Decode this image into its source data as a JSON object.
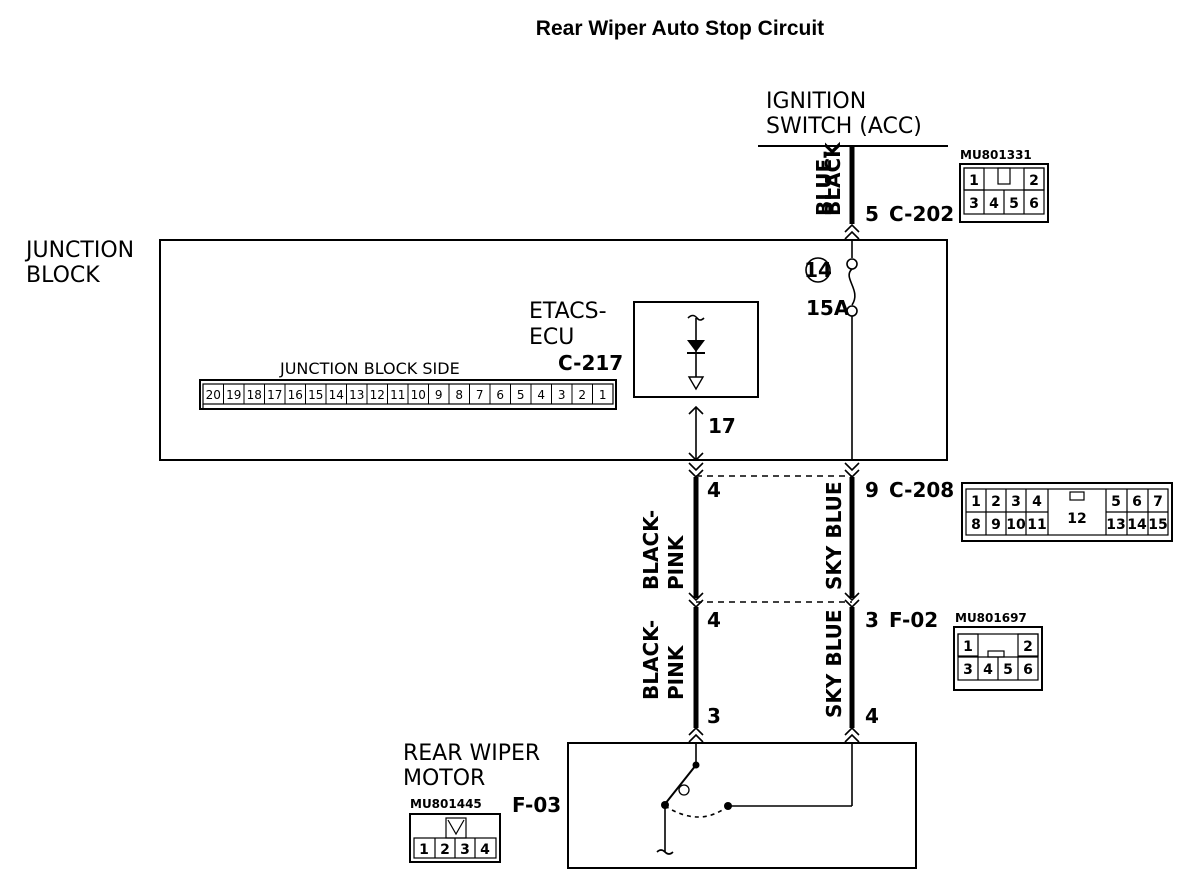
{
  "title": "Rear Wiper Auto Stop Circuit",
  "ignition_switch": {
    "line1": "IGNITION",
    "line2": "SWITCH (ACC)"
  },
  "junction_block": {
    "line1": "JUNCTION",
    "line2": "BLOCK",
    "side_label": "JUNCTION BLOCK SIDE",
    "pins": [
      "20",
      "19",
      "18",
      "17",
      "16",
      "15",
      "14",
      "13",
      "12",
      "11",
      "10",
      "9",
      "8",
      "7",
      "6",
      "5",
      "4",
      "3",
      "2",
      "1"
    ]
  },
  "etacs": {
    "line1": "ETACS-",
    "line2": "ECU",
    "connector": "C-217",
    "pin": "17"
  },
  "fuse": {
    "number": "14",
    "rating": "15A"
  },
  "wires": {
    "blue_black_1": "BLUE-",
    "blue_black_2": "BLACK",
    "black_pink_1": "BLACK-",
    "black_pink_2": "PINK",
    "sky_blue": "SKY BLUE"
  },
  "connectors": {
    "c202": {
      "pin": "5",
      "name": "C-202",
      "part": "MU801331",
      "top": [
        "1",
        "2"
      ],
      "bottom": [
        "3",
        "4",
        "5",
        "6"
      ]
    },
    "c208": {
      "left_pin": "4",
      "right_pin": "9",
      "name": "C-208",
      "top_left": [
        "1",
        "2",
        "3",
        "4"
      ],
      "top_right": [
        "5",
        "6",
        "7"
      ],
      "center": "12",
      "bottom_left": [
        "8",
        "9",
        "10",
        "11"
      ],
      "bottom_right": [
        "13",
        "14",
        "15"
      ]
    },
    "f02": {
      "left_pin": "4",
      "right_pin": "3",
      "name": "F-02",
      "part": "MU801697",
      "top": [
        "1",
        "2"
      ],
      "bottom": [
        "3",
        "4",
        "5",
        "6"
      ]
    },
    "f03": {
      "left_pin": "3",
      "right_pin": "4",
      "name": "F-03",
      "part": "MU801445",
      "pins": [
        "1",
        "2",
        "3",
        "4"
      ]
    }
  },
  "motor": {
    "line1": "REAR WIPER",
    "line2": "MOTOR"
  }
}
